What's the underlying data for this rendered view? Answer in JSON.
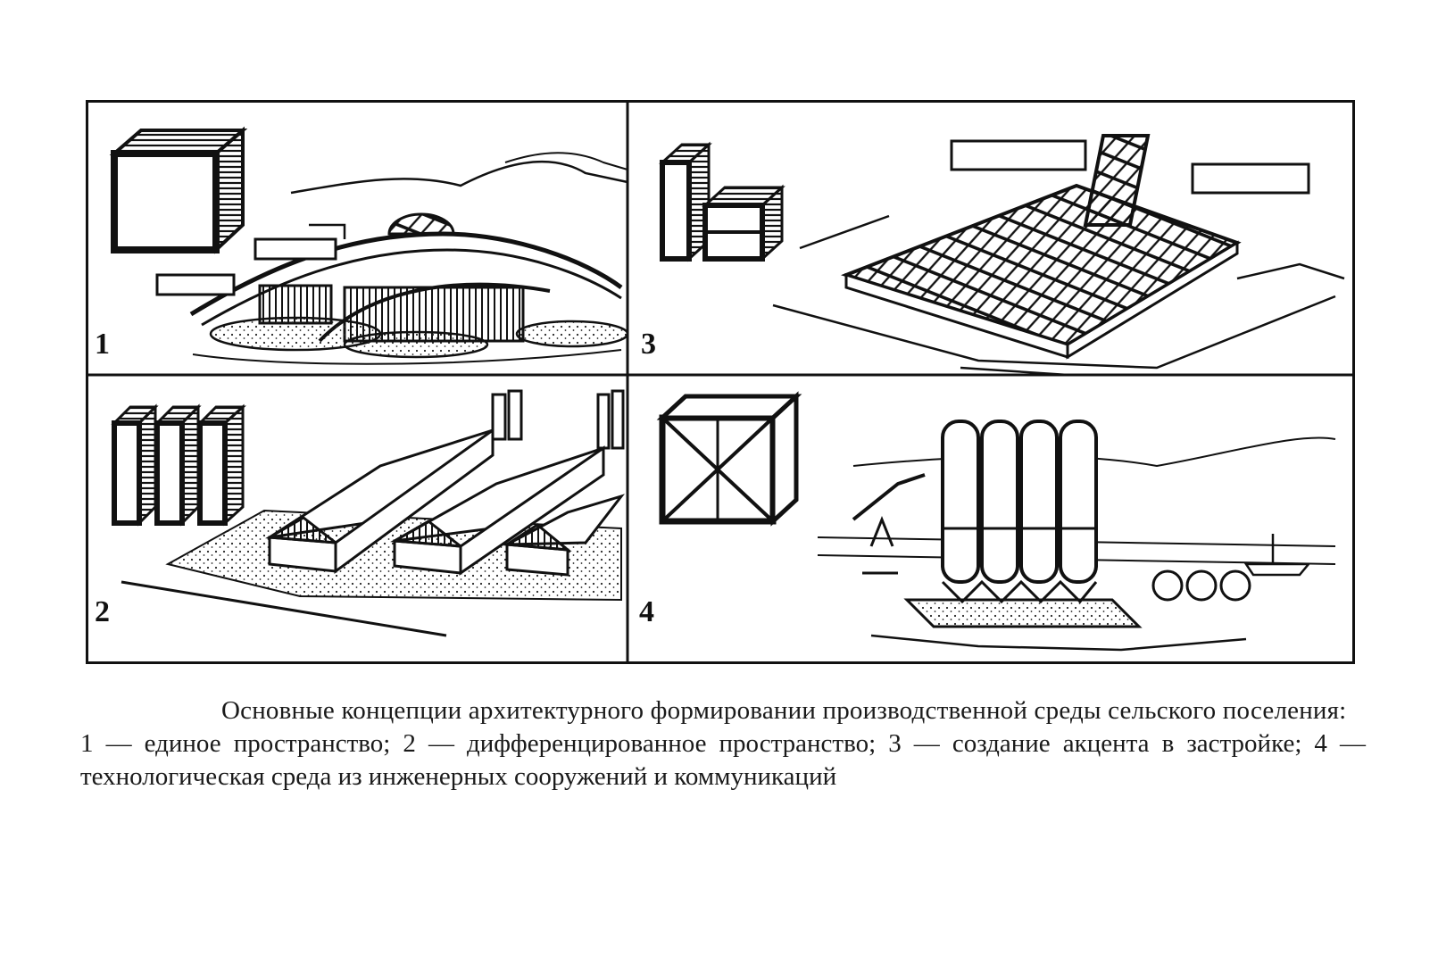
{
  "figure": {
    "panels": [
      {
        "number": "1",
        "description_key": "unified-space"
      },
      {
        "number": "2",
        "description_key": "differentiated-space"
      },
      {
        "number": "3",
        "description_key": "accent"
      },
      {
        "number": "4",
        "description_key": "technological-environment"
      }
    ]
  },
  "caption": {
    "title": "Основные концепции архитектурного формировании производственной среды сельского поселения:",
    "legend": "1 — единое пространство; 2 — дифференцированное пространство; 3 — создание акцента в застройке; 4 — технологическая среда из инженерных сооружений и коммуникаций"
  },
  "colors": {
    "ink": "#111111",
    "paper": "#ffffff"
  }
}
